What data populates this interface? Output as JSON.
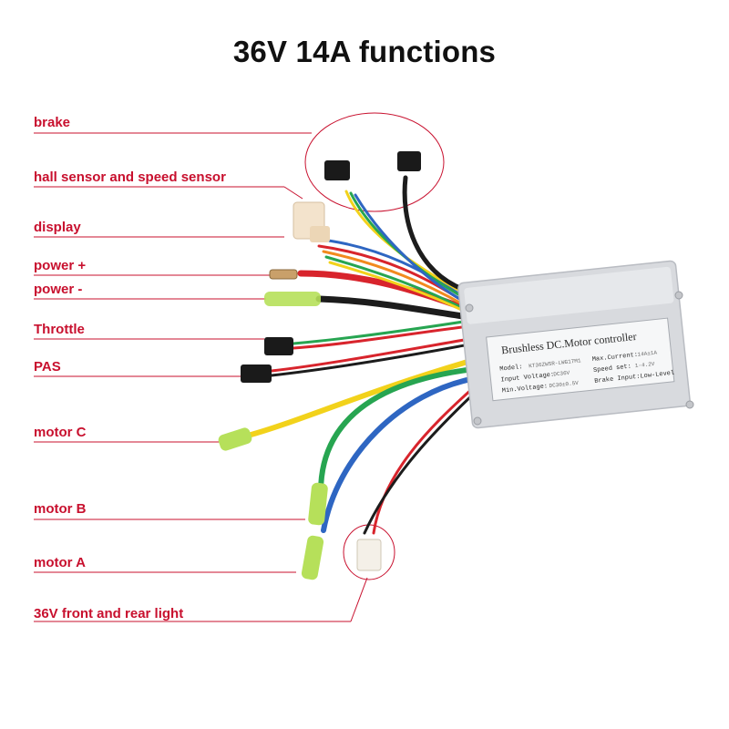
{
  "title": "36V 14A functions",
  "labels": {
    "brake": "brake",
    "hall": "hall sensor and speed  sensor",
    "display": "display",
    "power_pos": "power +",
    "power_neg": "power -",
    "throttle": "Throttle",
    "pas": "PAS",
    "motor_c": "motor C",
    "motor_b": "motor B",
    "motor_a": "motor A",
    "light": "36V  front and rear light"
  },
  "controller": {
    "name": "Brushless DC.Motor controller",
    "model": "Model:",
    "model_value": "KT36ZWSR-LWG17M1",
    "max_current": "Max.Current:",
    "max_current_value": "14A±1A",
    "input_voltage": "Input Voltage:",
    "input_voltage_value": "DC36V",
    "speed_set": "Speed set:",
    "speed_set_value": "1-4.2V",
    "min_voltage": "Min.Voltage:",
    "min_voltage_value": "DC30±0.5V",
    "brake_input": "Brake Input:Low-Level"
  },
  "colors": {
    "label_red": "#c8102e",
    "leader_line": "#c8102e",
    "title": "#111111",
    "wire_red": "#d8242c",
    "wire_black": "#1c1c1c",
    "wire_yellow": "#f2d21b",
    "wire_green": "#27a551",
    "wire_blue": "#2e66c2",
    "wire_orange": "#f28a1e",
    "connector_green": "#b6e05a"
  }
}
